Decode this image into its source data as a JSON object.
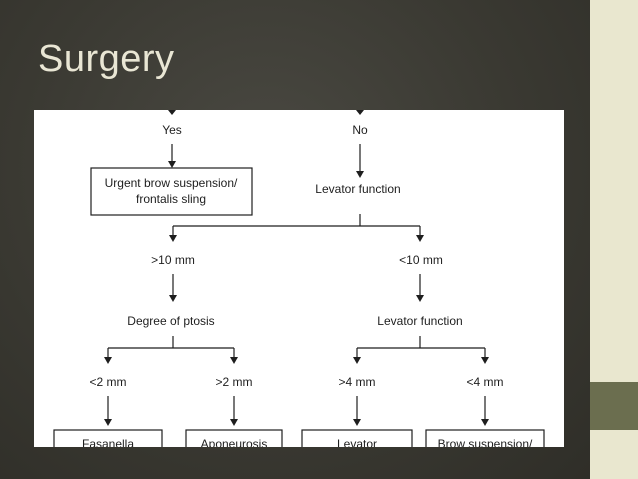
{
  "slide": {
    "title": "Surgery",
    "colors": {
      "background": "#3b3a33",
      "accent_bar": "#e9e7cf",
      "accent_block": "#6b6e4f",
      "title_text": "#e9e6d4"
    }
  },
  "flowchart": {
    "nodes": {
      "yes": "Yes",
      "no": "No",
      "urgent_line1": "Urgent brow suspension/",
      "urgent_line2": "frontalis sling",
      "levator_function_top": "Levator function",
      "gt10": ">10 mm",
      "lt10": "<10 mm",
      "degree_of_ptosis": "Degree of ptosis",
      "levator_function_mid": "Levator function",
      "lt2": "<2 mm",
      "gt2": ">2 mm",
      "gt4": ">4 mm",
      "lt4": "<4 mm",
      "box_fasanella_partial": "Fasanella",
      "box_aponeurosis": "Aponeurosis",
      "box_levator": "Levator",
      "box_brow_suspension": "Brow suspension/"
    }
  }
}
